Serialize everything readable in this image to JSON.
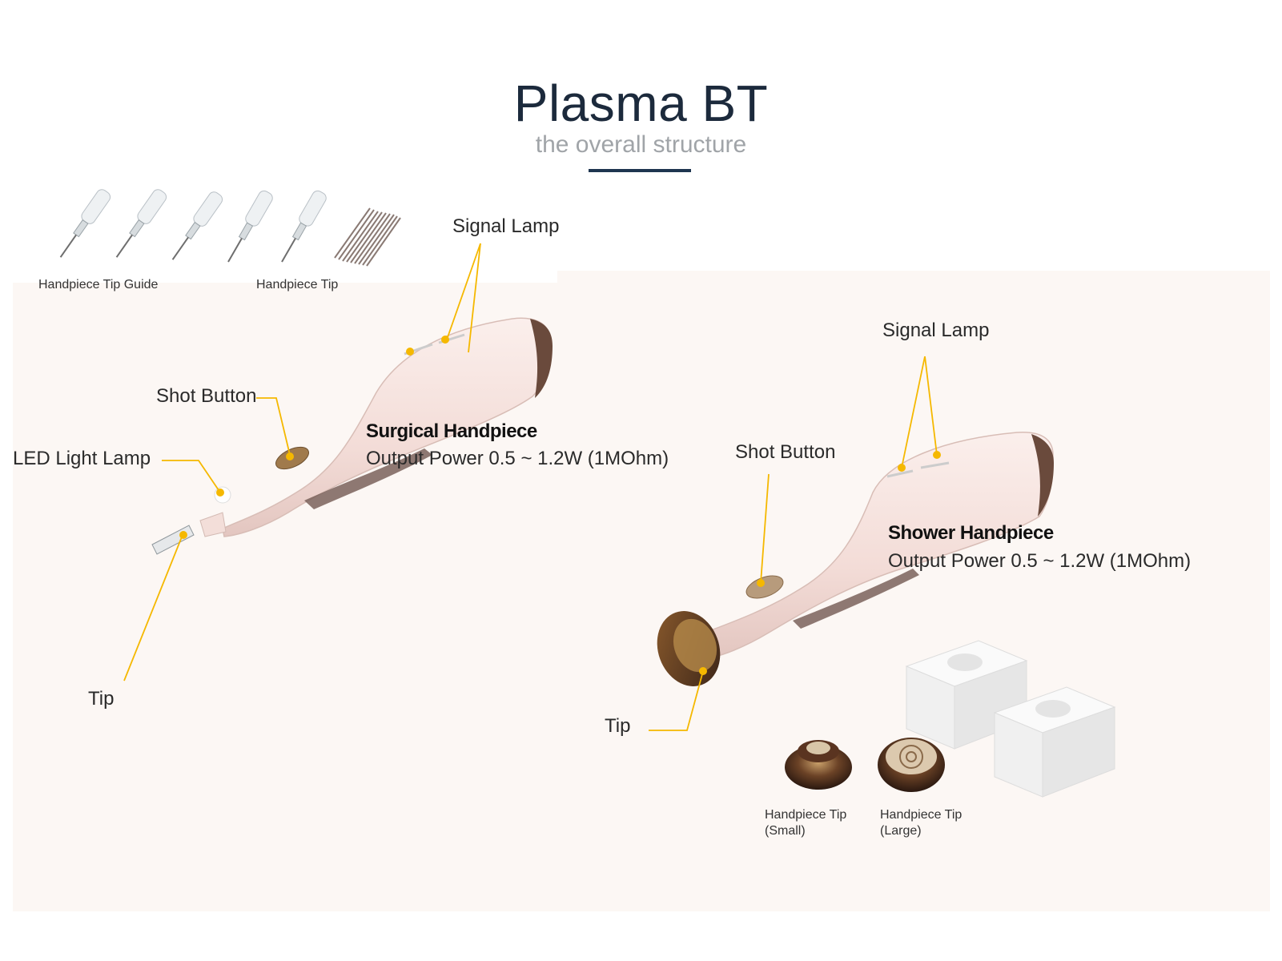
{
  "header": {
    "title": "Plasma BT",
    "subtitle": "the overall structure"
  },
  "accessories_top": {
    "tip_guide_label": "Handpiece Tip Guide",
    "tip_label": "Handpiece Tip"
  },
  "surgical": {
    "name": "Surgical Handpiece",
    "output": "Output Power 0.5 ~ 1.2W (1MOhm)",
    "callouts": {
      "signal_lamp": "Signal Lamp",
      "shot_button": "Shot Button",
      "led_lamp": "LED Light Lamp",
      "tip": "Tip"
    }
  },
  "shower": {
    "name": "Shower Handpiece",
    "output": "Output Power 0.5 ~ 1.2W (1MOhm)",
    "callouts": {
      "signal_lamp": "Signal Lamp",
      "shot_button": "Shot Button",
      "tip": "Tip"
    },
    "tips": {
      "small_line1": "Handpiece Tip",
      "small_line2": "(Small)",
      "large_line1": "Handpiece Tip",
      "large_line2": "(Large)"
    }
  },
  "colors": {
    "callout": "#f5b800",
    "title": "#1c2a3c",
    "panel": "#fcf7f4",
    "handpiece_body": "#f6e3df",
    "handpiece_dark": "#5a4038"
  }
}
